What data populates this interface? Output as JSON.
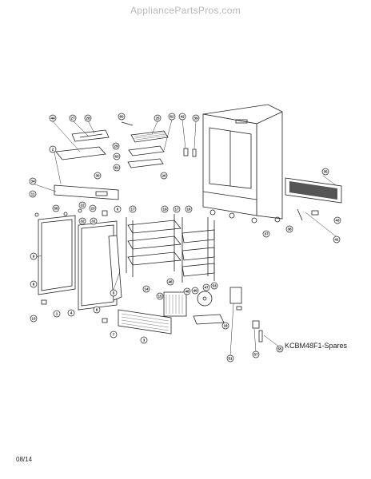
{
  "header": {
    "watermark": "AppliancePartsPros.com"
  },
  "diagram": {
    "label": "KCBM48F1-Spares",
    "date_code": "08/14",
    "callouts": [
      {
        "id": "c44",
        "text": "44"
      },
      {
        "id": "c27",
        "text": "27"
      },
      {
        "id": "c28",
        "text": "28"
      },
      {
        "id": "c60",
        "text": "60"
      },
      {
        "id": "c25",
        "text": "25"
      },
      {
        "id": "c62",
        "text": "62"
      },
      {
        "id": "c42",
        "text": "42"
      },
      {
        "id": "c39",
        "text": "39"
      },
      {
        "id": "c2",
        "text": "2"
      },
      {
        "id": "c29",
        "text": "29"
      },
      {
        "id": "c63",
        "text": "63"
      },
      {
        "id": "c30",
        "text": "30"
      },
      {
        "id": "c61",
        "text": "61"
      },
      {
        "id": "c26",
        "text": "26"
      },
      {
        "id": "c34",
        "text": "34"
      },
      {
        "id": "c11",
        "text": "11"
      },
      {
        "id": "c58",
        "text": "58"
      },
      {
        "id": "c22",
        "text": "22"
      },
      {
        "id": "c32",
        "text": "32"
      },
      {
        "id": "c31",
        "text": "31"
      },
      {
        "id": "c23",
        "text": "23"
      },
      {
        "id": "c6",
        "text": "6"
      },
      {
        "id": "c17a",
        "text": "17"
      },
      {
        "id": "c19",
        "text": "19"
      },
      {
        "id": "c17b",
        "text": "17"
      },
      {
        "id": "c16",
        "text": "16"
      },
      {
        "id": "c35",
        "text": "35"
      },
      {
        "id": "c43",
        "text": "43"
      },
      {
        "id": "c41",
        "text": "41"
      },
      {
        "id": "c38",
        "text": "38"
      },
      {
        "id": "c37",
        "text": "37"
      },
      {
        "id": "c9",
        "text": "9"
      },
      {
        "id": "c14",
        "text": "14"
      },
      {
        "id": "c5",
        "text": "5"
      },
      {
        "id": "c46",
        "text": "46"
      },
      {
        "id": "c48",
        "text": "48"
      },
      {
        "id": "c49",
        "text": "49"
      },
      {
        "id": "c47",
        "text": "47"
      },
      {
        "id": "c53",
        "text": "53"
      },
      {
        "id": "c15",
        "text": "15"
      },
      {
        "id": "c8a",
        "text": "8"
      },
      {
        "id": "c13",
        "text": "13"
      },
      {
        "id": "c4",
        "text": "4"
      },
      {
        "id": "c1",
        "text": "1"
      },
      {
        "id": "c8b",
        "text": "8"
      },
      {
        "id": "c7",
        "text": "7"
      },
      {
        "id": "c3",
        "text": "3"
      },
      {
        "id": "c18",
        "text": "18"
      },
      {
        "id": "c51",
        "text": "51"
      },
      {
        "id": "c57",
        "text": "57"
      },
      {
        "id": "c55",
        "text": "55"
      }
    ]
  }
}
